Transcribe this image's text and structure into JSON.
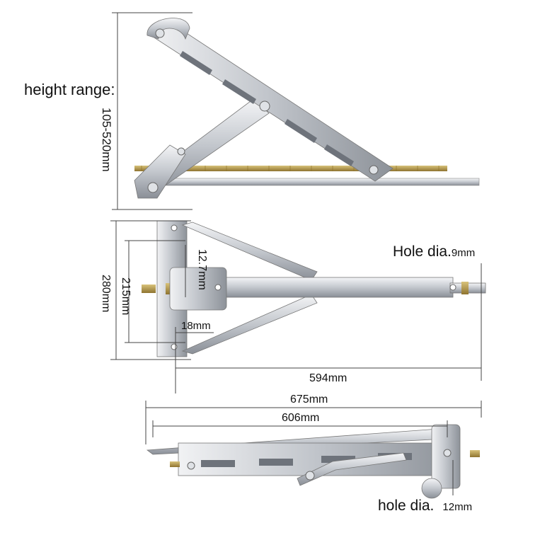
{
  "labels": {
    "height_range": "height range:",
    "height_value": "105-520mm",
    "width_280": "280mm",
    "width_215": "215mm",
    "dim_12_7": "12.7mm",
    "dim_18": "18mm",
    "hole_label_top": "Hole dia.",
    "hole_value_top": "9mm",
    "length_594": "594mm",
    "length_675": "675mm",
    "length_606": "606mm",
    "hole_label_bottom": "hole dia.",
    "hole_value_bottom": "12mm"
  },
  "colors": {
    "steel_light": "#e6e8ec",
    "steel_mid": "#b9bdc4",
    "steel_dark": "#7b8089",
    "brass": "#b89a4a",
    "dim_line": "#444444"
  }
}
